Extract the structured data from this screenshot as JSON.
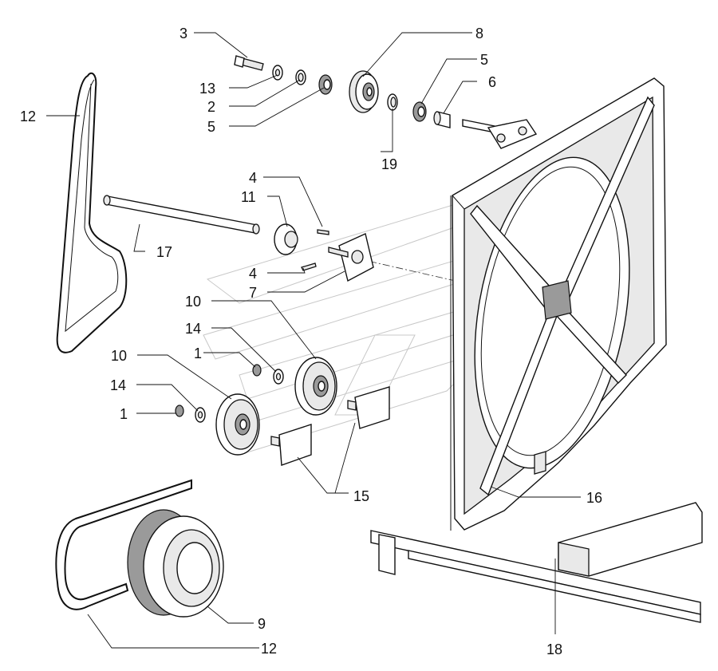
{
  "callouts": {
    "c1": "1",
    "c1b": "1",
    "c2": "2",
    "c3": "3",
    "c4a": "4",
    "c4b": "4",
    "c5a": "5",
    "c5b": "5",
    "c6": "6",
    "c7": "7",
    "c8": "8",
    "c9": "9",
    "c10a": "10",
    "c10b": "10",
    "c11": "11",
    "c12a": "12",
    "c12b": "12",
    "c13": "13",
    "c14a": "14",
    "c14b": "14",
    "c15": "15",
    "c16": "16",
    "c17": "17",
    "c18": "18",
    "c19": "19"
  },
  "icons": {
    "watermark": "logo-watermark"
  }
}
